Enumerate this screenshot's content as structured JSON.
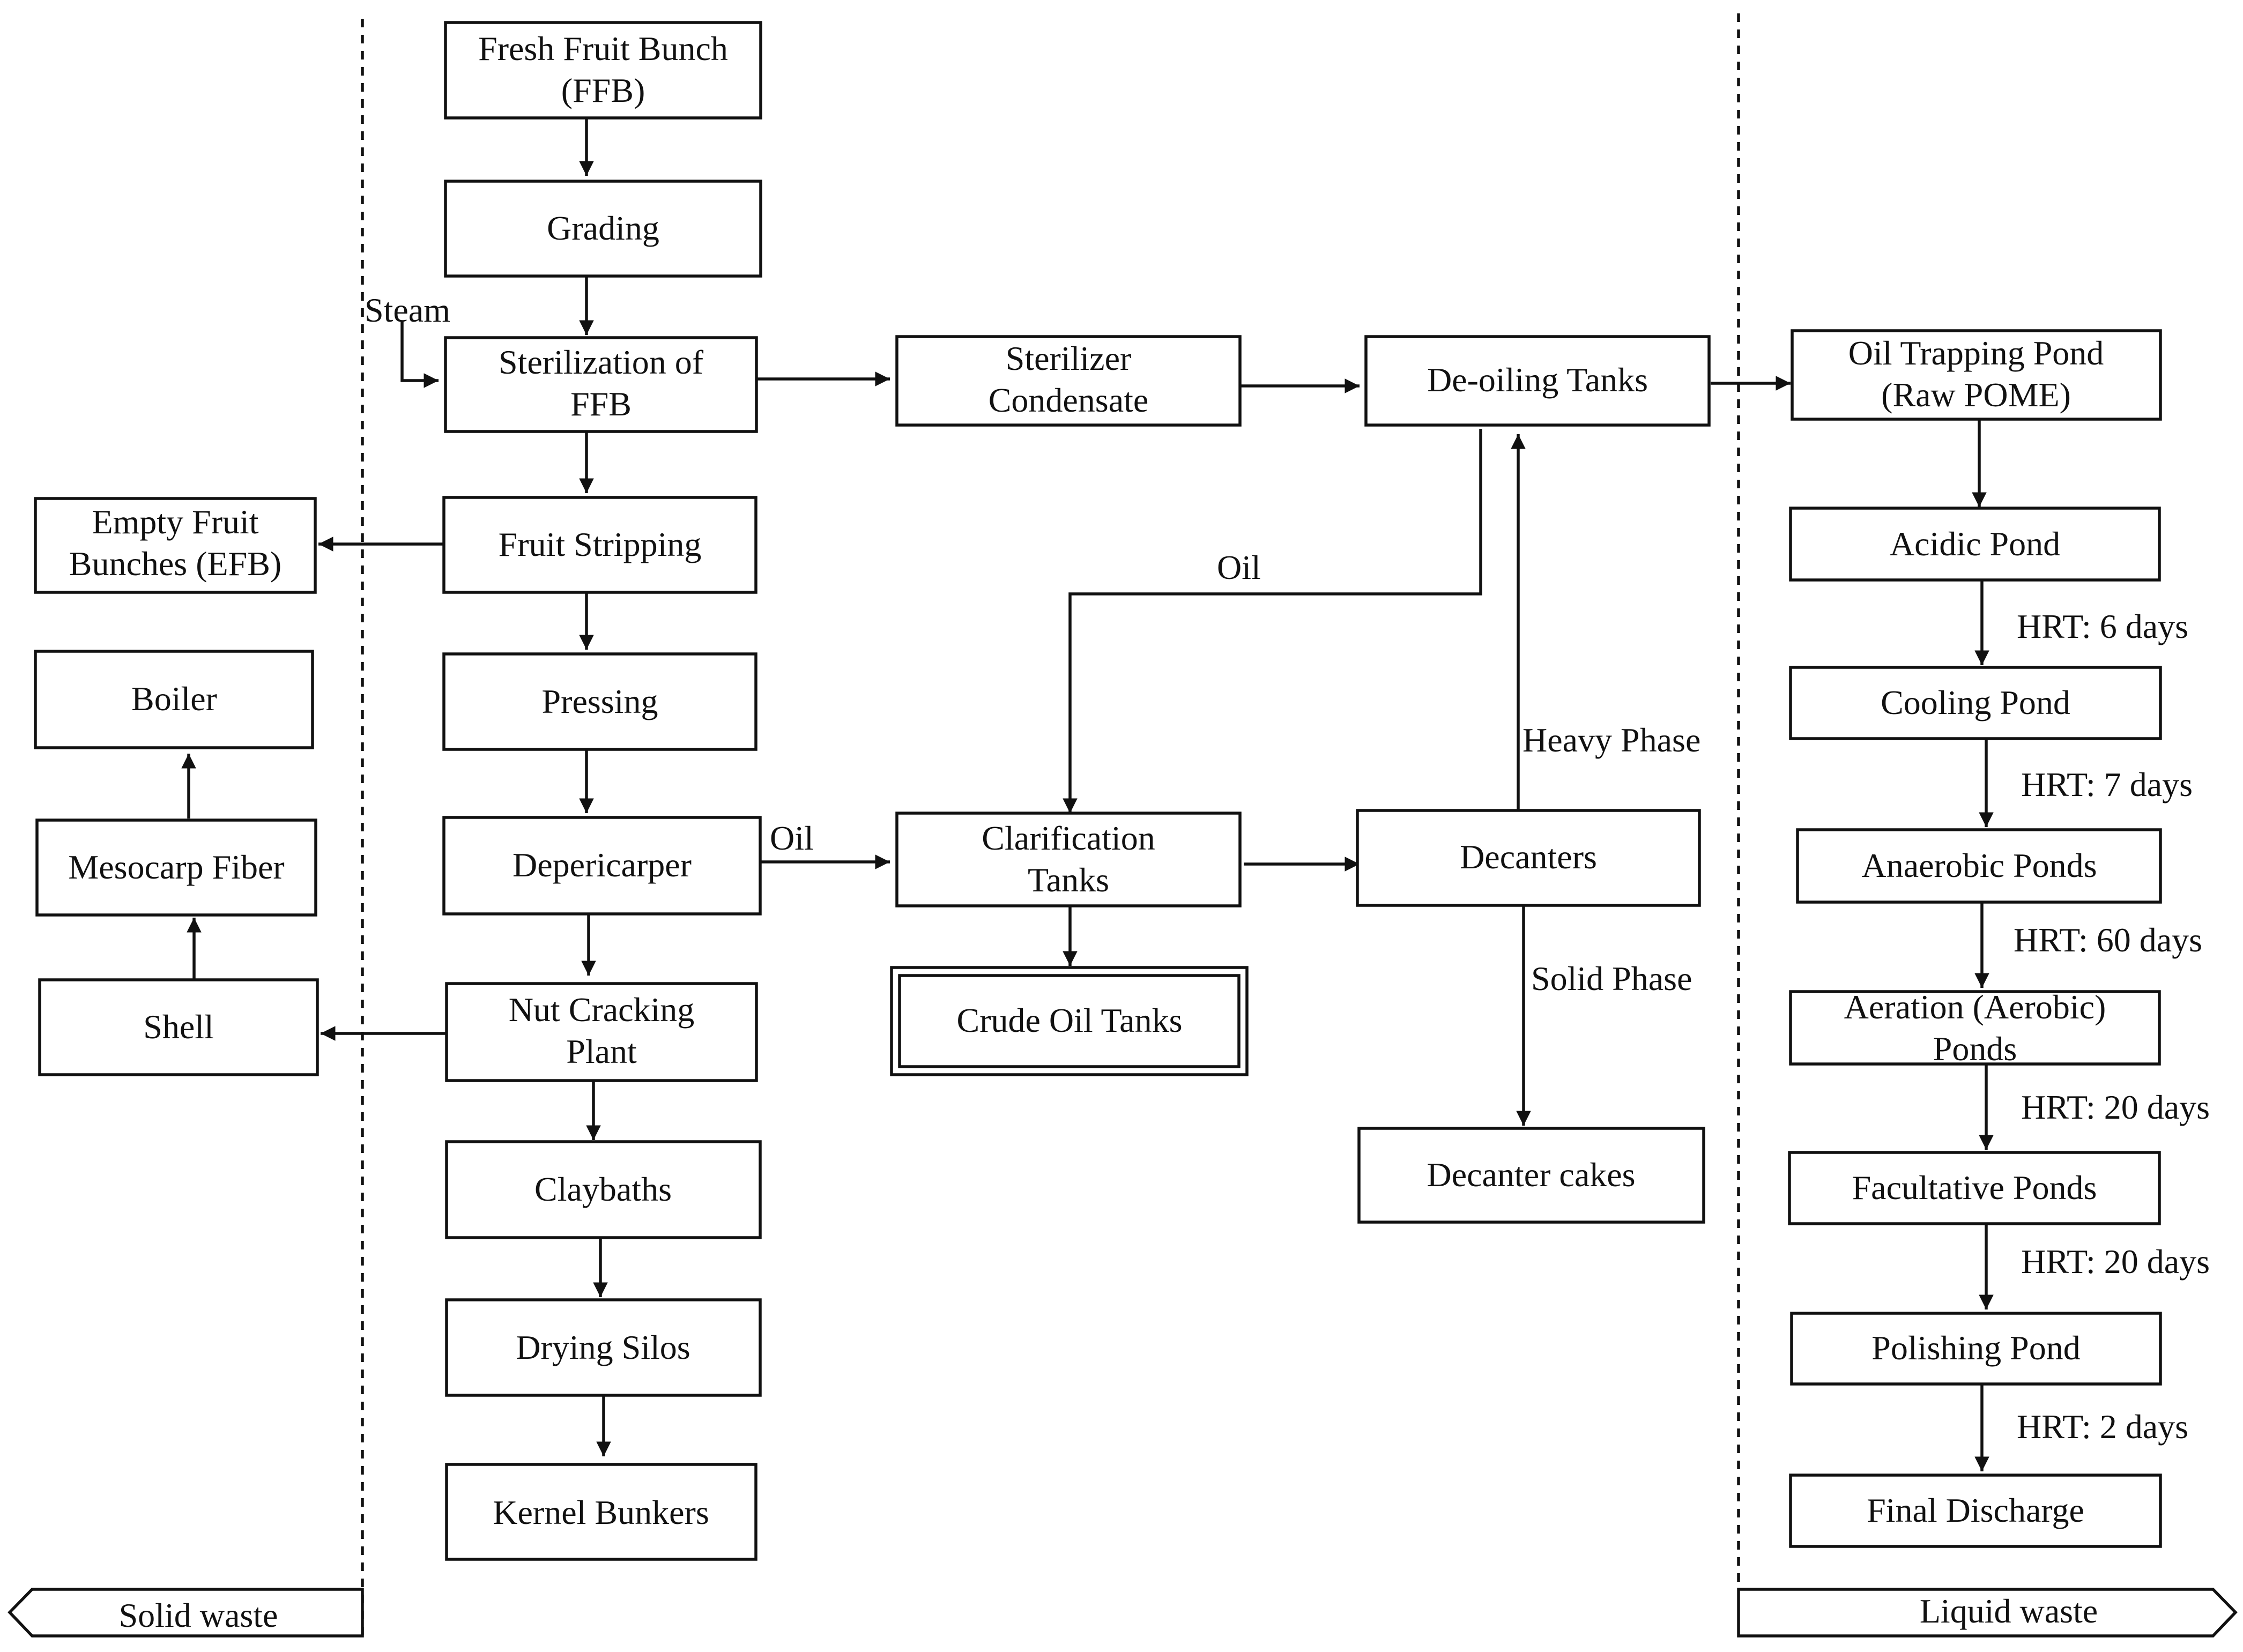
{
  "nodes": {
    "ffb": [
      "Fresh Fruit Bunch",
      "(FFB)"
    ],
    "grading": [
      "Grading"
    ],
    "sterilization": [
      "Sterilization of",
      "FFB"
    ],
    "stripping": [
      "Fruit Stripping"
    ],
    "pressing": [
      "Pressing"
    ],
    "depericarper": [
      "Depericarper"
    ],
    "nut_cracking": [
      "Nut Cracking",
      "Plant"
    ],
    "claybaths": [
      "Claybaths"
    ],
    "drying_silos": [
      "Drying Silos"
    ],
    "kernel_bunkers": [
      "Kernel Bunkers"
    ],
    "efb": [
      "Empty Fruit",
      "Bunches (EFB)"
    ],
    "boiler": [
      "Boiler"
    ],
    "mesocarp": [
      "Mesocarp Fiber"
    ],
    "shell": [
      "Shell"
    ],
    "condensate": [
      "Sterilizer",
      "Condensate"
    ],
    "clarification": [
      "Clarification",
      "Tanks"
    ],
    "crude_oil": [
      "Crude Oil Tanks"
    ],
    "deoiling": [
      "De-oiling Tanks"
    ],
    "decanters": [
      "Decanters"
    ],
    "decanter_cakes": [
      "Decanter cakes"
    ],
    "oil_trap": [
      "Oil Trapping Pond",
      "(Raw POME)"
    ],
    "acidic": [
      "Acidic Pond"
    ],
    "cooling": [
      "Cooling Pond"
    ],
    "anaerobic": [
      "Anaerobic Ponds"
    ],
    "aeration": [
      "Aeration (Aerobic)",
      "Ponds"
    ],
    "facultative": [
      "Facultative Ponds"
    ],
    "polishing": [
      "Polishing Pond"
    ],
    "final": [
      "Final Discharge"
    ]
  },
  "edge_labels": {
    "steam": "Steam",
    "oil_deoiling": "Oil",
    "oil_depericarper": "Oil",
    "heavy_phase": "Heavy Phase",
    "solid_phase": "Solid Phase",
    "hrt_acidic": "HRT: 6 days",
    "hrt_cooling": "HRT: 7 days",
    "hrt_anaerobic": "HRT: 60 days",
    "hrt_aeration": "HRT: 20 days",
    "hrt_facultative": "HRT: 20 days",
    "hrt_polishing": "HRT: 2 days"
  },
  "zones": {
    "solid": "Solid waste",
    "liquid": "Liquid waste"
  }
}
